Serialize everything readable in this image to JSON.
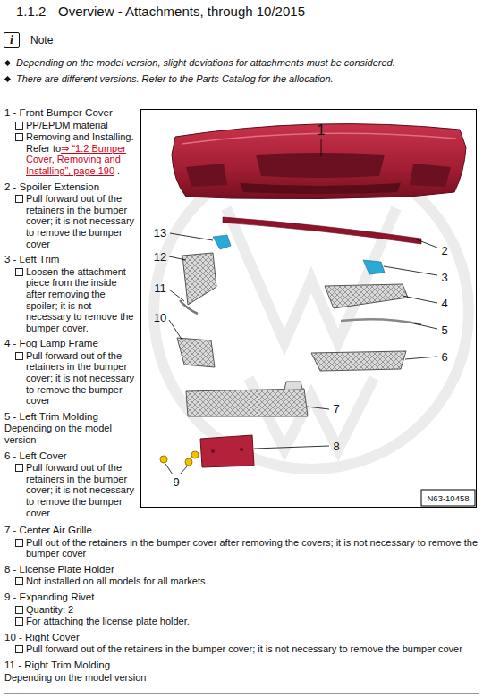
{
  "diagram": {
    "title": "Overview - Attachments, through 10/2015",
    "labels": [
      "1.1.2",
      "i",
      "Note",
      "Depending on the model version, slight deviations for attachments must be considered.",
      "There are different versions. Refer to the Parts Catalog for the allocation.",
      "1 - Front Bumper Cover",
      "PP/EPDM material",
      "Removing and Installing. Refer to",
      "⇒ “1.2 Bumper Cover, Removing and Installing”, page 190",
      ".",
      "2 - Spoiler Extension",
      "Pull forward out of the retainers in the bumper cover; it is not necessary to remove the bumper cover",
      "3 - Left Trim",
      "Loosen the attachment piece from the inside after removing the spoiler; it is not necessary to remove the bumper cover.",
      "4 - Fog Lamp Frame",
      "Pull forward out of the retainers in the bumper cover; it is not necessary to remove the bumper cover",
      "5 - Left Trim Molding",
      "Depending on the model version",
      "6 - Left Cover",
      "Pull forward out of the retainers in the bumper cover; it is not necessary to remove the bumper cover",
      "7 - Center Air Grille",
      "Pull out of the retainers in the bumper cover after removing the covers; it is not necessary to remove the bumper cover",
      "8 - License Plate Holder",
      "Not installed on all models for all markets.",
      "9 - Expanding Rivet",
      "Quantity: 2",
      "For attaching the license plate holder.",
      "10 - Right Cover",
      "Pull forward out of the retainers in the bumper cover; it is not necessary to remove the bumper cover",
      "11 - Right Trim Molding",
      "Depending on the model version",
      "1",
      "13",
      "12",
      "2",
      "3",
      "11",
      "4",
      "5",
      "10",
      "6",
      "7",
      "8",
      "9",
      "N63-10458"
    ]
  }
}
